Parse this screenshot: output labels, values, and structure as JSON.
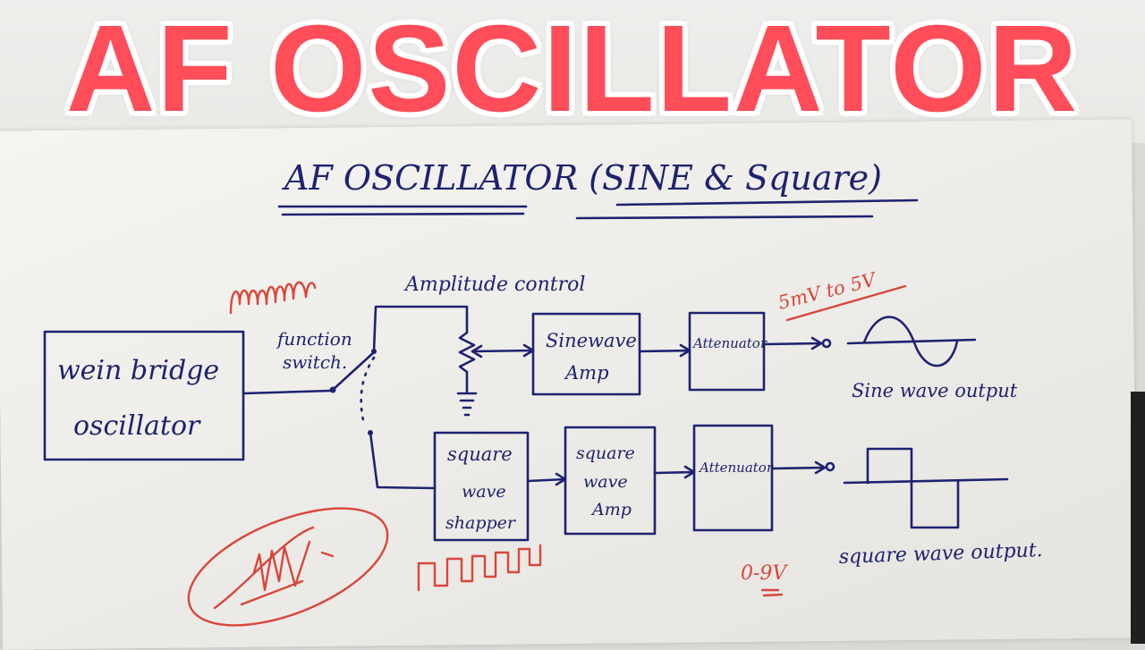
{
  "banner_title": "AF OSCILLATOR",
  "diagram": {
    "heading": "AF OSCILLATOR (SINE & Square)",
    "blocks": {
      "wein_bridge": [
        "wein bridge",
        "oscillator"
      ],
      "sine_amp": [
        "Sinewave",
        "Amp"
      ],
      "attenuator_top": "Attenuator",
      "square_shaper": [
        "square",
        "wave",
        "shapper"
      ],
      "square_amp": [
        "square",
        "wave",
        "Amp"
      ],
      "attenuator_bottom": "Attenuator"
    },
    "labels": {
      "function_switch": [
        "function",
        "switch."
      ],
      "amplitude_control": "Amplitude control",
      "range_top": "5mV to 5V",
      "range_bottom": "0-9V",
      "sine_output": "Sine wave output",
      "square_output": "square wave output."
    }
  },
  "colors": {
    "banner": "#ff4d5a",
    "ink": "#1e2270",
    "red_ink": "#d9463a"
  }
}
